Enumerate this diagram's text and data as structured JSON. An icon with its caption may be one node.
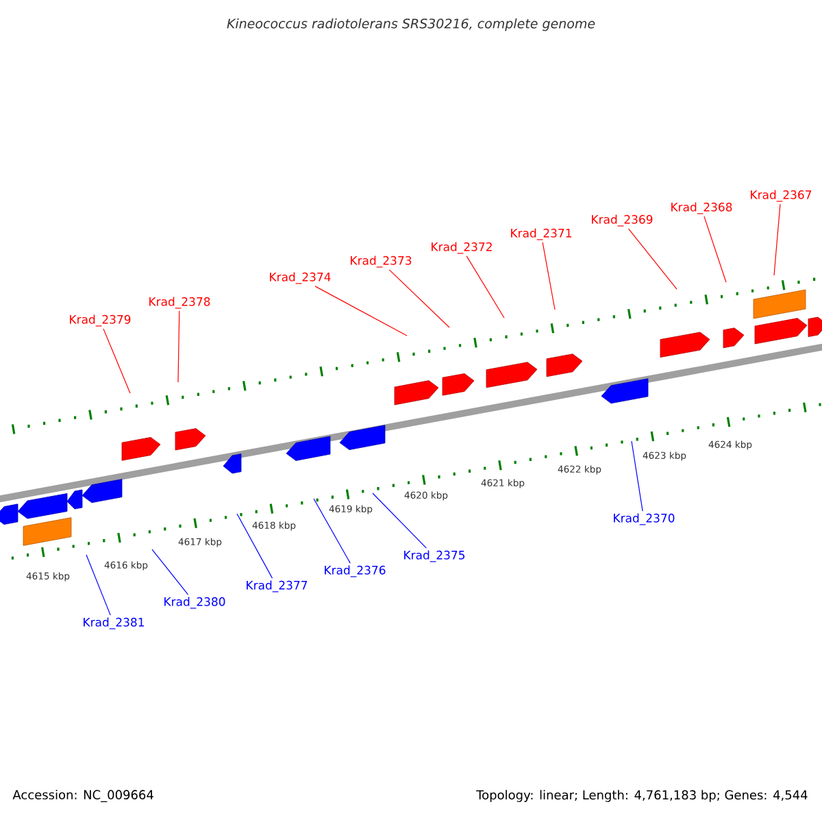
{
  "diagram": {
    "title": "Kineococcus radiotolerans SRS30216, complete genome",
    "nodes": [
      {
        "text": [
          "Krad_2379"
        ]
      },
      {
        "text": [
          "Krad_2378"
        ]
      },
      {
        "text": [
          "Krad_2374"
        ]
      },
      {
        "text": [
          "Krad_2373"
        ]
      },
      {
        "text": [
          "Krad_2372"
        ]
      },
      {
        "text": [
          "Krad_2371"
        ]
      },
      {
        "text": [
          "Krad_2369"
        ]
      },
      {
        "text": [
          "Krad_2368"
        ]
      },
      {
        "text": [
          "Krad_2367"
        ]
      },
      {
        "text": [
          "Krad_2381"
        ]
      },
      {
        "text": [
          "Krad_2380"
        ]
      },
      {
        "text": [
          "Krad_2377"
        ]
      },
      {
        "text": [
          "Krad_2376"
        ]
      },
      {
        "text": [
          "Krad_2375"
        ]
      },
      {
        "text": [
          "Krad_2370"
        ]
      }
    ],
    "edges": [
      {
        "from": 0,
        "to": null,
        "arrow": "none"
      },
      {
        "from": 1,
        "to": null,
        "arrow": "none"
      },
      {
        "from": 2,
        "to": null,
        "arrow": "none"
      },
      {
        "from": 3,
        "to": null,
        "arrow": "none"
      },
      {
        "from": 4,
        "to": null,
        "arrow": "none"
      },
      {
        "from": 5,
        "to": null,
        "arrow": "none"
      },
      {
        "from": 6,
        "to": null,
        "arrow": "none"
      },
      {
        "from": 7,
        "to": null,
        "arrow": "none"
      },
      {
        "from": 8,
        "to": null,
        "arrow": "none"
      },
      {
        "from": 9,
        "to": null,
        "arrow": "none",
        "color": "#0000ff"
      },
      {
        "from": 10,
        "to": null,
        "arrow": "none",
        "color": "#0000ff"
      },
      {
        "from": 11,
        "to": null,
        "arrow": "none",
        "color": "#0000ff"
      },
      {
        "from": 12,
        "to": null,
        "arrow": "none",
        "color": "#0000ff"
      },
      {
        "from": 13,
        "to": null,
        "arrow": "none",
        "color": "#0000ff"
      },
      {
        "from": 14,
        "to": null,
        "arrow": "none",
        "color": "#0000ff"
      }
    ],
    "labels": [
      "4615 kbp",
      "4616 kbp",
      "4617 kbp",
      "4618 kbp",
      "4619 kbp",
      "4620 kbp",
      "4621 kbp",
      "4622 kbp",
      "4623 kbp",
      "4624 kbp",
      "Accession: NC_009664",
      "Topology: linear; Length: 4,761,183 bp; Genes: 4,544"
    ]
  }
}
